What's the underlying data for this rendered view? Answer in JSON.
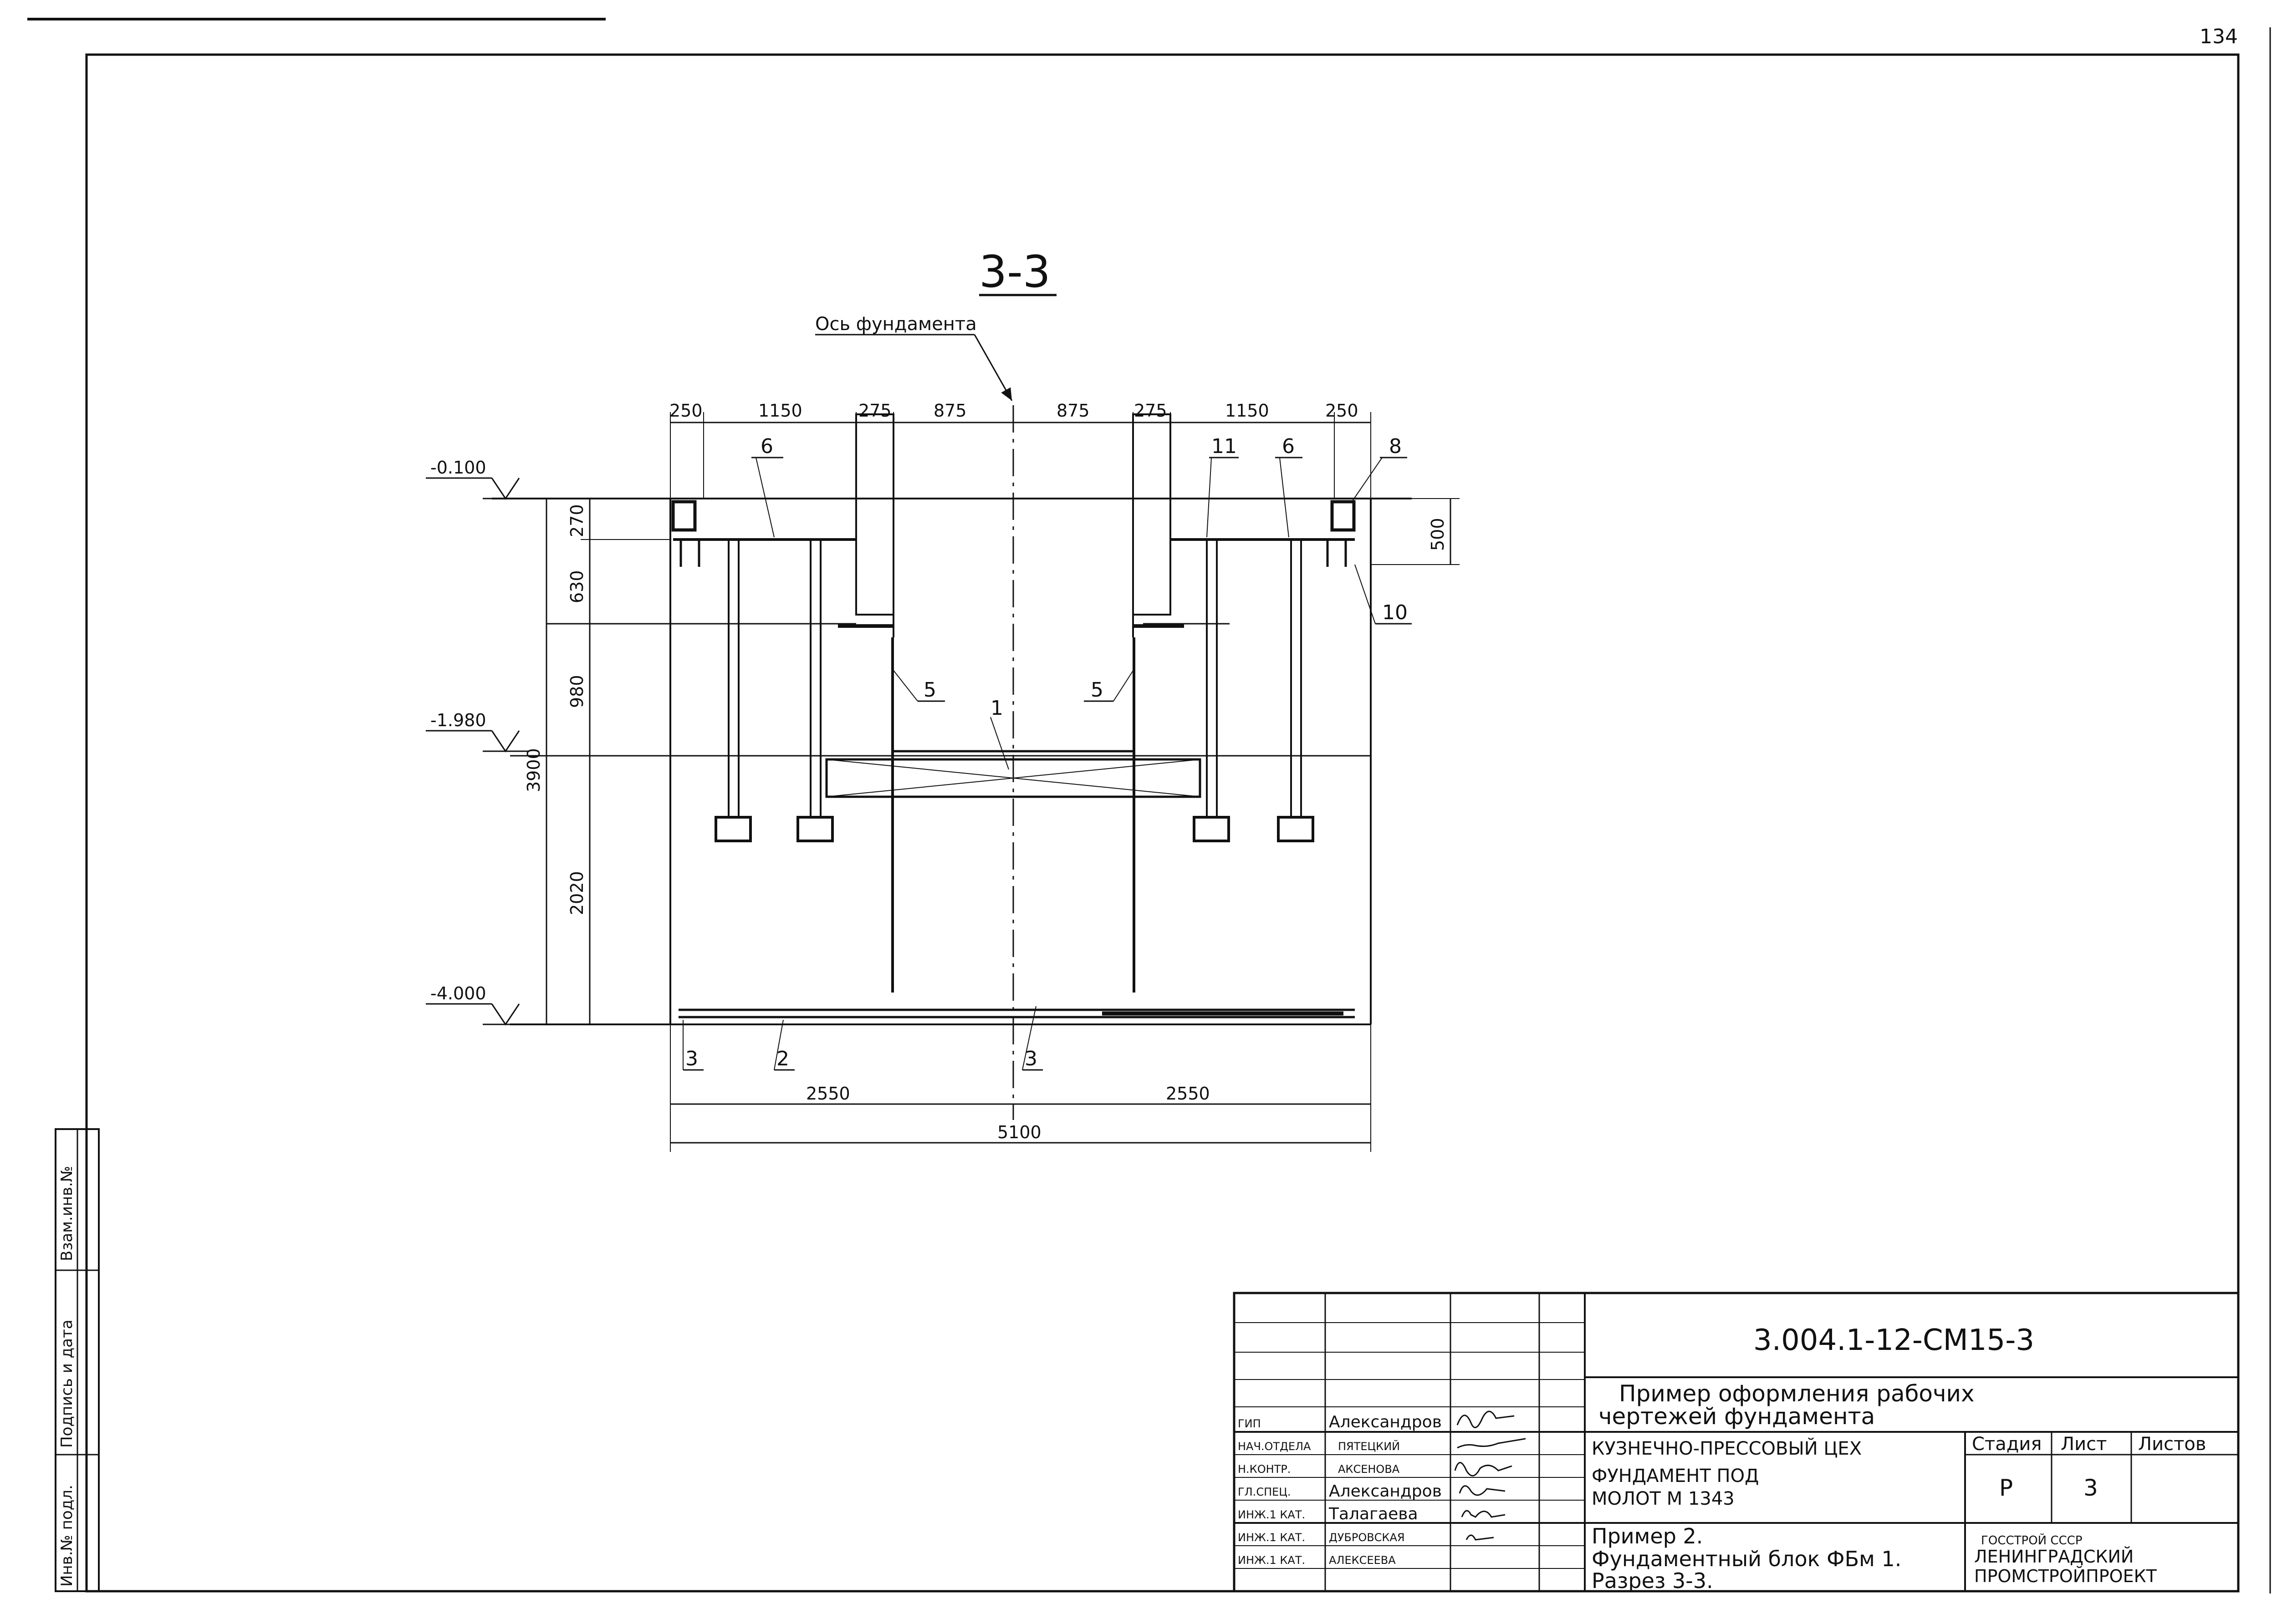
{
  "section": {
    "title": "3-3",
    "axis_label": "Ось фундамента"
  },
  "levels": [
    "-0.100",
    "-1.980",
    "-4.000"
  ],
  "dims_top": [
    "250",
    "1150",
    "275",
    "875",
    "875",
    "275",
    "1150",
    "250"
  ],
  "dims_left": [
    "270",
    "630",
    "980",
    "3900",
    "2020"
  ],
  "dim_right": "500",
  "dims_bottom": [
    "2550",
    "2550",
    "5100"
  ],
  "callouts": [
    "6",
    "11",
    "6",
    "8",
    "10",
    "5",
    "5",
    "1",
    "3",
    "2",
    "3"
  ],
  "page_number": "134",
  "side_stamp": [
    "Взам.инв.№",
    "Подпись и дата",
    "Инв.№ подл."
  ],
  "title_block": {
    "code": "3.004.1-12-СМ15-3",
    "project": [
      "Пример оформления рабочих",
      "чертежей фундамента"
    ],
    "object": [
      "КУЗНЕЧНО-ПРЕССОВЫЙ ЦЕХ",
      "ФУНДАМЕНТ ПОД",
      "МОЛОТ М 1343"
    ],
    "sheet_name": [
      "Пример 2.",
      "Фундаментный блок ФБм 1.",
      "Разрез 3-3."
    ],
    "stage_head": "Стадия",
    "sheet_head": "Лист",
    "sheets_head": "Листов",
    "stage": "Р",
    "sheet": "3",
    "org": [
      "ГОССТРОЙ СССР",
      "ЛЕНИНГРАДСКИЙ",
      "ПРОМСТРОЙПРОЕКТ"
    ],
    "people": [
      {
        "role": "ГИП",
        "name": "Александров"
      },
      {
        "role": "НАЧ.ОТДЕЛА",
        "name": "ПЯТЕЦКИЙ"
      },
      {
        "role": "Н.КОНТР.",
        "name": "АКСЕНОВА"
      },
      {
        "role": "ГЛ.СПЕЦ.",
        "name": "Александров"
      },
      {
        "role": "ИНЖ.1 КАТ.",
        "name": "Талагаева"
      },
      {
        "role": "ИНЖ.1 КАТ.",
        "name": "ДУБРОВСКАЯ"
      },
      {
        "role": "ИНЖ.1 КАТ.",
        "name": "АЛЕКСЕЕВА"
      }
    ]
  }
}
